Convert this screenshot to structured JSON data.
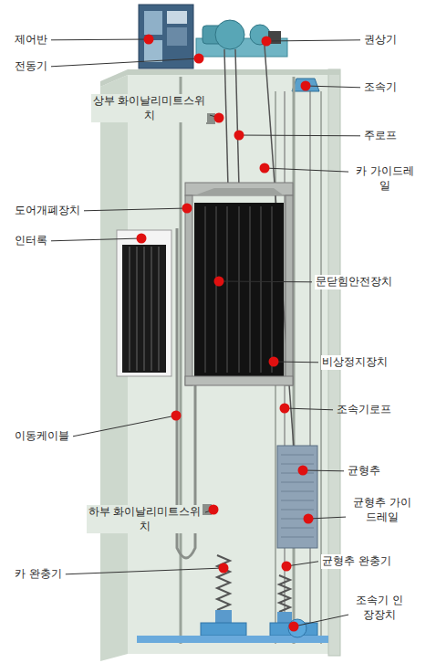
{
  "diagram": {
    "labels": [
      "제어반",
      "전동기",
      "상부 화이날리미트스위치",
      "도어개폐장치",
      "인터록",
      "이동케이블",
      "하부 화이날리미트스위치",
      "카 완충기",
      "권상기",
      "조속기",
      "주로프",
      "카 가이드레일",
      "문닫힘안전장치",
      "비상정지장치",
      "조속기로프",
      "균형추",
      "균형추 가이드레일",
      "균형추 완충기",
      "조속기 인장장치"
    ]
  }
}
